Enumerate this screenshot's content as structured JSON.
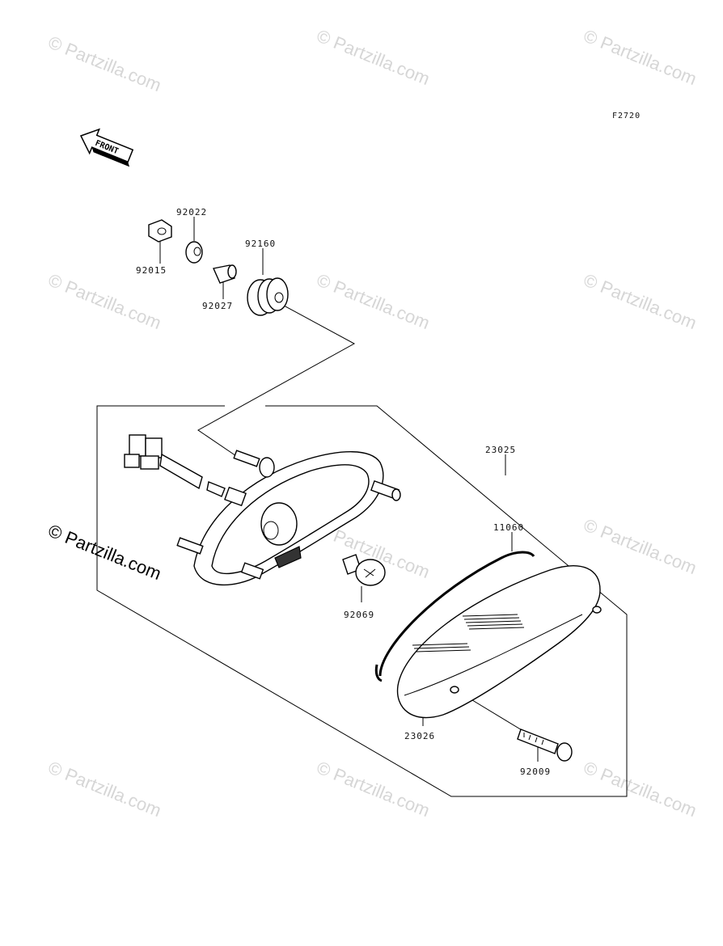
{
  "figure_code": "F2720",
  "front_arrow_text": "FRONT",
  "corner_watermark": "© Partzilla.com",
  "watermarks": [
    "© Partzilla.com"
  ],
  "part_numbers": {
    "p92022": "92022",
    "p92015": "92015",
    "p92160": "92160",
    "p92027": "92027",
    "p23025": "23025",
    "p11060": "11060",
    "p92069": "92069",
    "p23026": "23026",
    "p92009": "92009"
  }
}
